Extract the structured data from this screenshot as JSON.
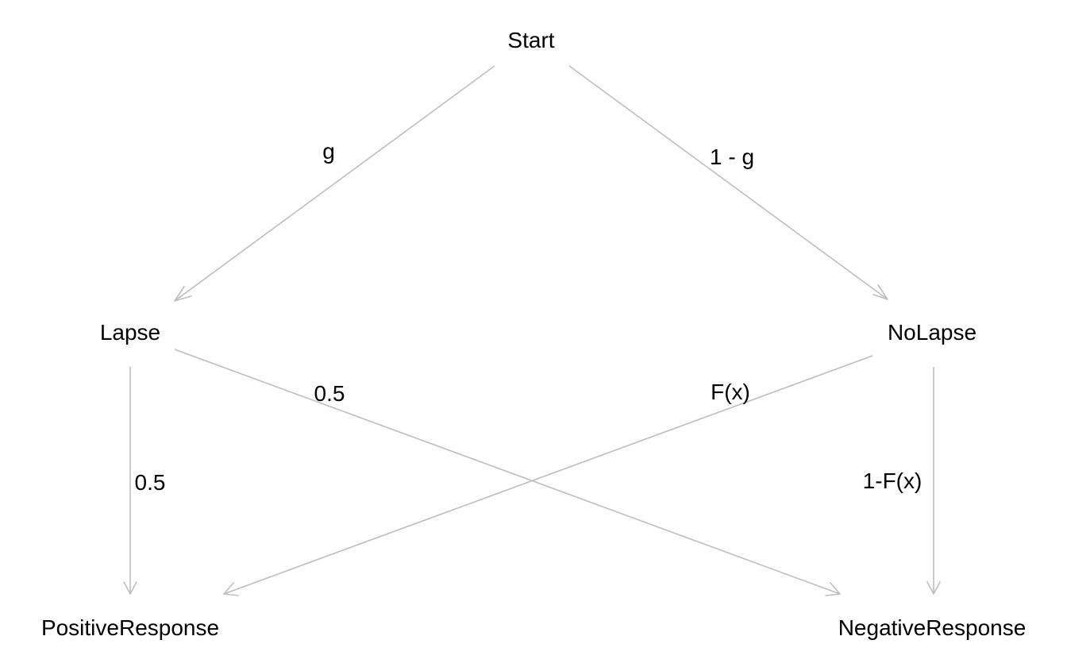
{
  "nodes": {
    "start": "Start",
    "lapse": "Lapse",
    "nolapse": "NoLapse",
    "positive": "PositiveResponse",
    "negative": "NegativeResponse"
  },
  "edges": {
    "start_lapse": "g",
    "start_nolapse": "1 - g",
    "lapse_positive": "0.5",
    "lapse_negative": "0.5",
    "nolapse_positive": "F(x)",
    "nolapse_negative": "1-F(x)"
  },
  "colors": {
    "edge": "#bebebe",
    "text": "#000000",
    "background": "#ffffff"
  }
}
